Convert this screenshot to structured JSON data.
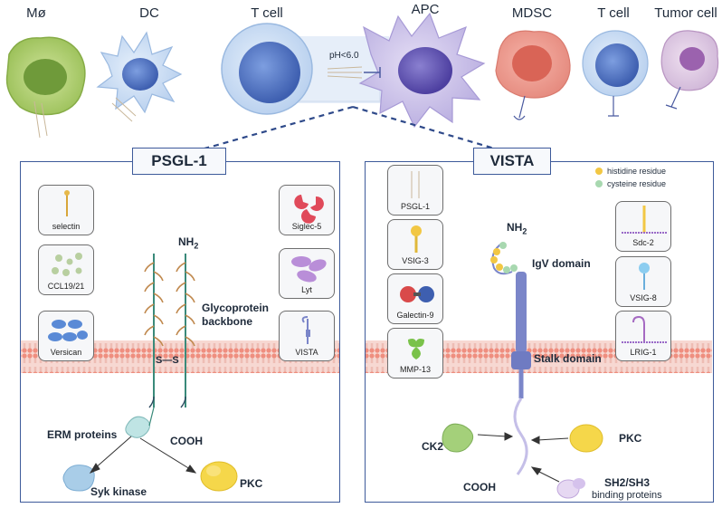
{
  "cells": {
    "mo": "Mø",
    "dc": "DC",
    "tcell_left": "T cell",
    "apc": "APC",
    "mdsc": "MDSC",
    "tcell_right": "T cell",
    "tumor": "Tumor cell",
    "ph_label": "pH<6.0"
  },
  "psgl": {
    "title": "PSGL-1",
    "ligands_left": [
      "selectin",
      "CCL19/21",
      "Versican"
    ],
    "ligands_right": [
      "Siglec-5",
      "Lyt",
      "VISTA"
    ],
    "nh2": "NH",
    "nh2_sub": "2",
    "glyco": "Glycoprotein\nbackbone",
    "ss": "S—S",
    "cooh": "COOH",
    "erm": "ERM proteins",
    "syk": "Syk kinase",
    "pkc": "PKC"
  },
  "vista": {
    "title": "VISTA",
    "legend": [
      "histidine residue",
      "cysteine residue"
    ],
    "ligands_left": [
      "PSGL-1",
      "VSIG-3",
      "Galectin-9",
      "MMP-13"
    ],
    "ligands_right": [
      "Sdc-2",
      "VSIG-8",
      "LRIG-1"
    ],
    "nh2": "NH",
    "nh2_sub": "2",
    "igv": "IgV domain",
    "stalk": "Stalk domain",
    "ck2": "CK2",
    "pkc": "PKC",
    "cooh": "COOH",
    "sh": "SH2/SH3",
    "sh_sub": "binding proteins"
  },
  "colors": {
    "panel_border": "#3d5a9a",
    "membrane": "#f08a7a",
    "histidine": "#f2c744",
    "cysteine": "#a8d8b0",
    "vista_stem": "#7b86c9"
  }
}
